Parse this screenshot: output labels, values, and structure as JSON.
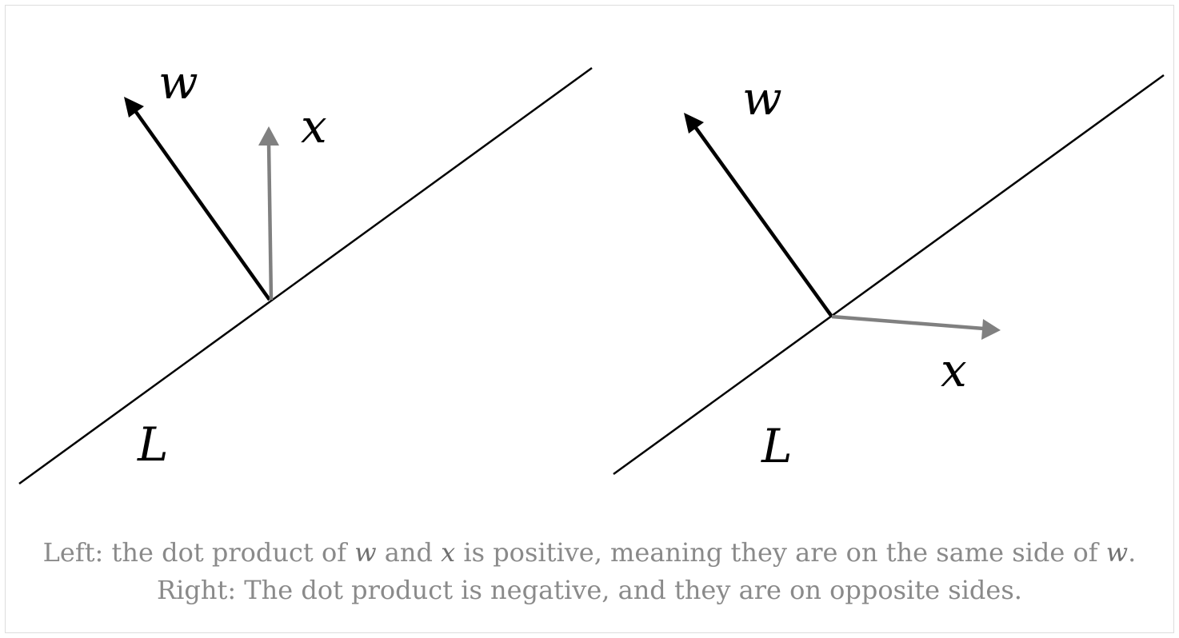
{
  "left_panel": {
    "w_label": "w",
    "x_label": "x",
    "line_label": "L"
  },
  "right_panel": {
    "w_label": "w",
    "x_label": "x",
    "line_label": "L"
  },
  "caption": {
    "line1_part1": "Left: the dot product of ",
    "line1_var1": "w",
    "line1_part2": " and ",
    "line1_var2": "x",
    "line1_part3": " is positive, meaning they are on the same side of ",
    "line1_var3": "w",
    "line1_part4": ".",
    "line2": "Right: The dot product is negative, and they are on opposite sides."
  },
  "colors": {
    "w_vector": "#000000",
    "x_vector": "#808080",
    "line": "#000000",
    "caption_text": "#8a8a8a"
  }
}
